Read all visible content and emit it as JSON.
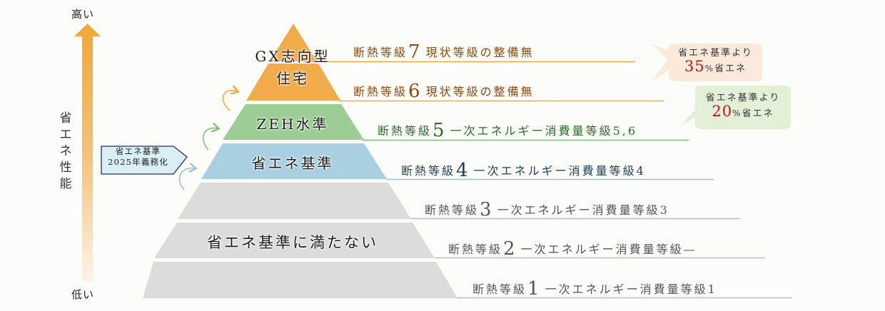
{
  "axis": {
    "high_label": "高い",
    "low_label": "低い",
    "title": "省エネ性能",
    "arrow_color": "#f2a93b"
  },
  "mandate_badge": {
    "line1": "省エネ基準",
    "line2": "2025年義務化"
  },
  "pyramid": {
    "layers": [
      {
        "label_line1": "GX志向型",
        "label_line2": "住宅",
        "color": "#f2ab4b"
      },
      {
        "label": "ZEH水準",
        "color": "#9bcd94"
      },
      {
        "label": "省エネ基準",
        "color": "#a8d0e0"
      },
      {
        "label": "省エネ基準に満たない",
        "color": "#dcdcdc"
      }
    ]
  },
  "grades": [
    {
      "prefix": "断熱等級",
      "num": "7",
      "desc": "現状等級の整備無",
      "color": "#8a4a12",
      "line_color": "#f2a93b"
    },
    {
      "prefix": "断熱等級",
      "num": "6",
      "desc": "現状等級の整備無",
      "color": "#8a4a12",
      "line_color": "#f2a93b"
    },
    {
      "prefix": "断熱等級",
      "num": "5",
      "desc": "一次エネルギー消費量等級5,6",
      "color": "#2c6a2c",
      "line_color": "#7fc07a"
    },
    {
      "prefix": "断熱等級",
      "num": "4",
      "desc": "一次エネルギー消費量等級4",
      "color": "#1f3f55",
      "line_color": "#95c6da"
    },
    {
      "prefix": "断熱等級",
      "num": "3",
      "desc": "一次エネルギー消費量等級3",
      "color": "#555555",
      "line_color": "#bdbdbd"
    },
    {
      "prefix": "断熱等級",
      "num": "2",
      "desc": "一次エネルギー消費量等級—",
      "color": "#555555",
      "line_color": "#bdbdbd"
    },
    {
      "prefix": "断熱等級",
      "num": "1",
      "desc": "一次エネルギー消費量等級1",
      "color": "#555555",
      "line_color": "#bdbdbd"
    }
  ],
  "callouts": [
    {
      "line1": "省エネ基準より",
      "pct": "35",
      "pct_sign": "%",
      "suffix": "省エネ",
      "bg": "#fde9da"
    },
    {
      "line1": "省エネ基準より",
      "pct": "20",
      "pct_sign": "%",
      "suffix": "省エネ",
      "bg": "#e3efd6"
    }
  ]
}
